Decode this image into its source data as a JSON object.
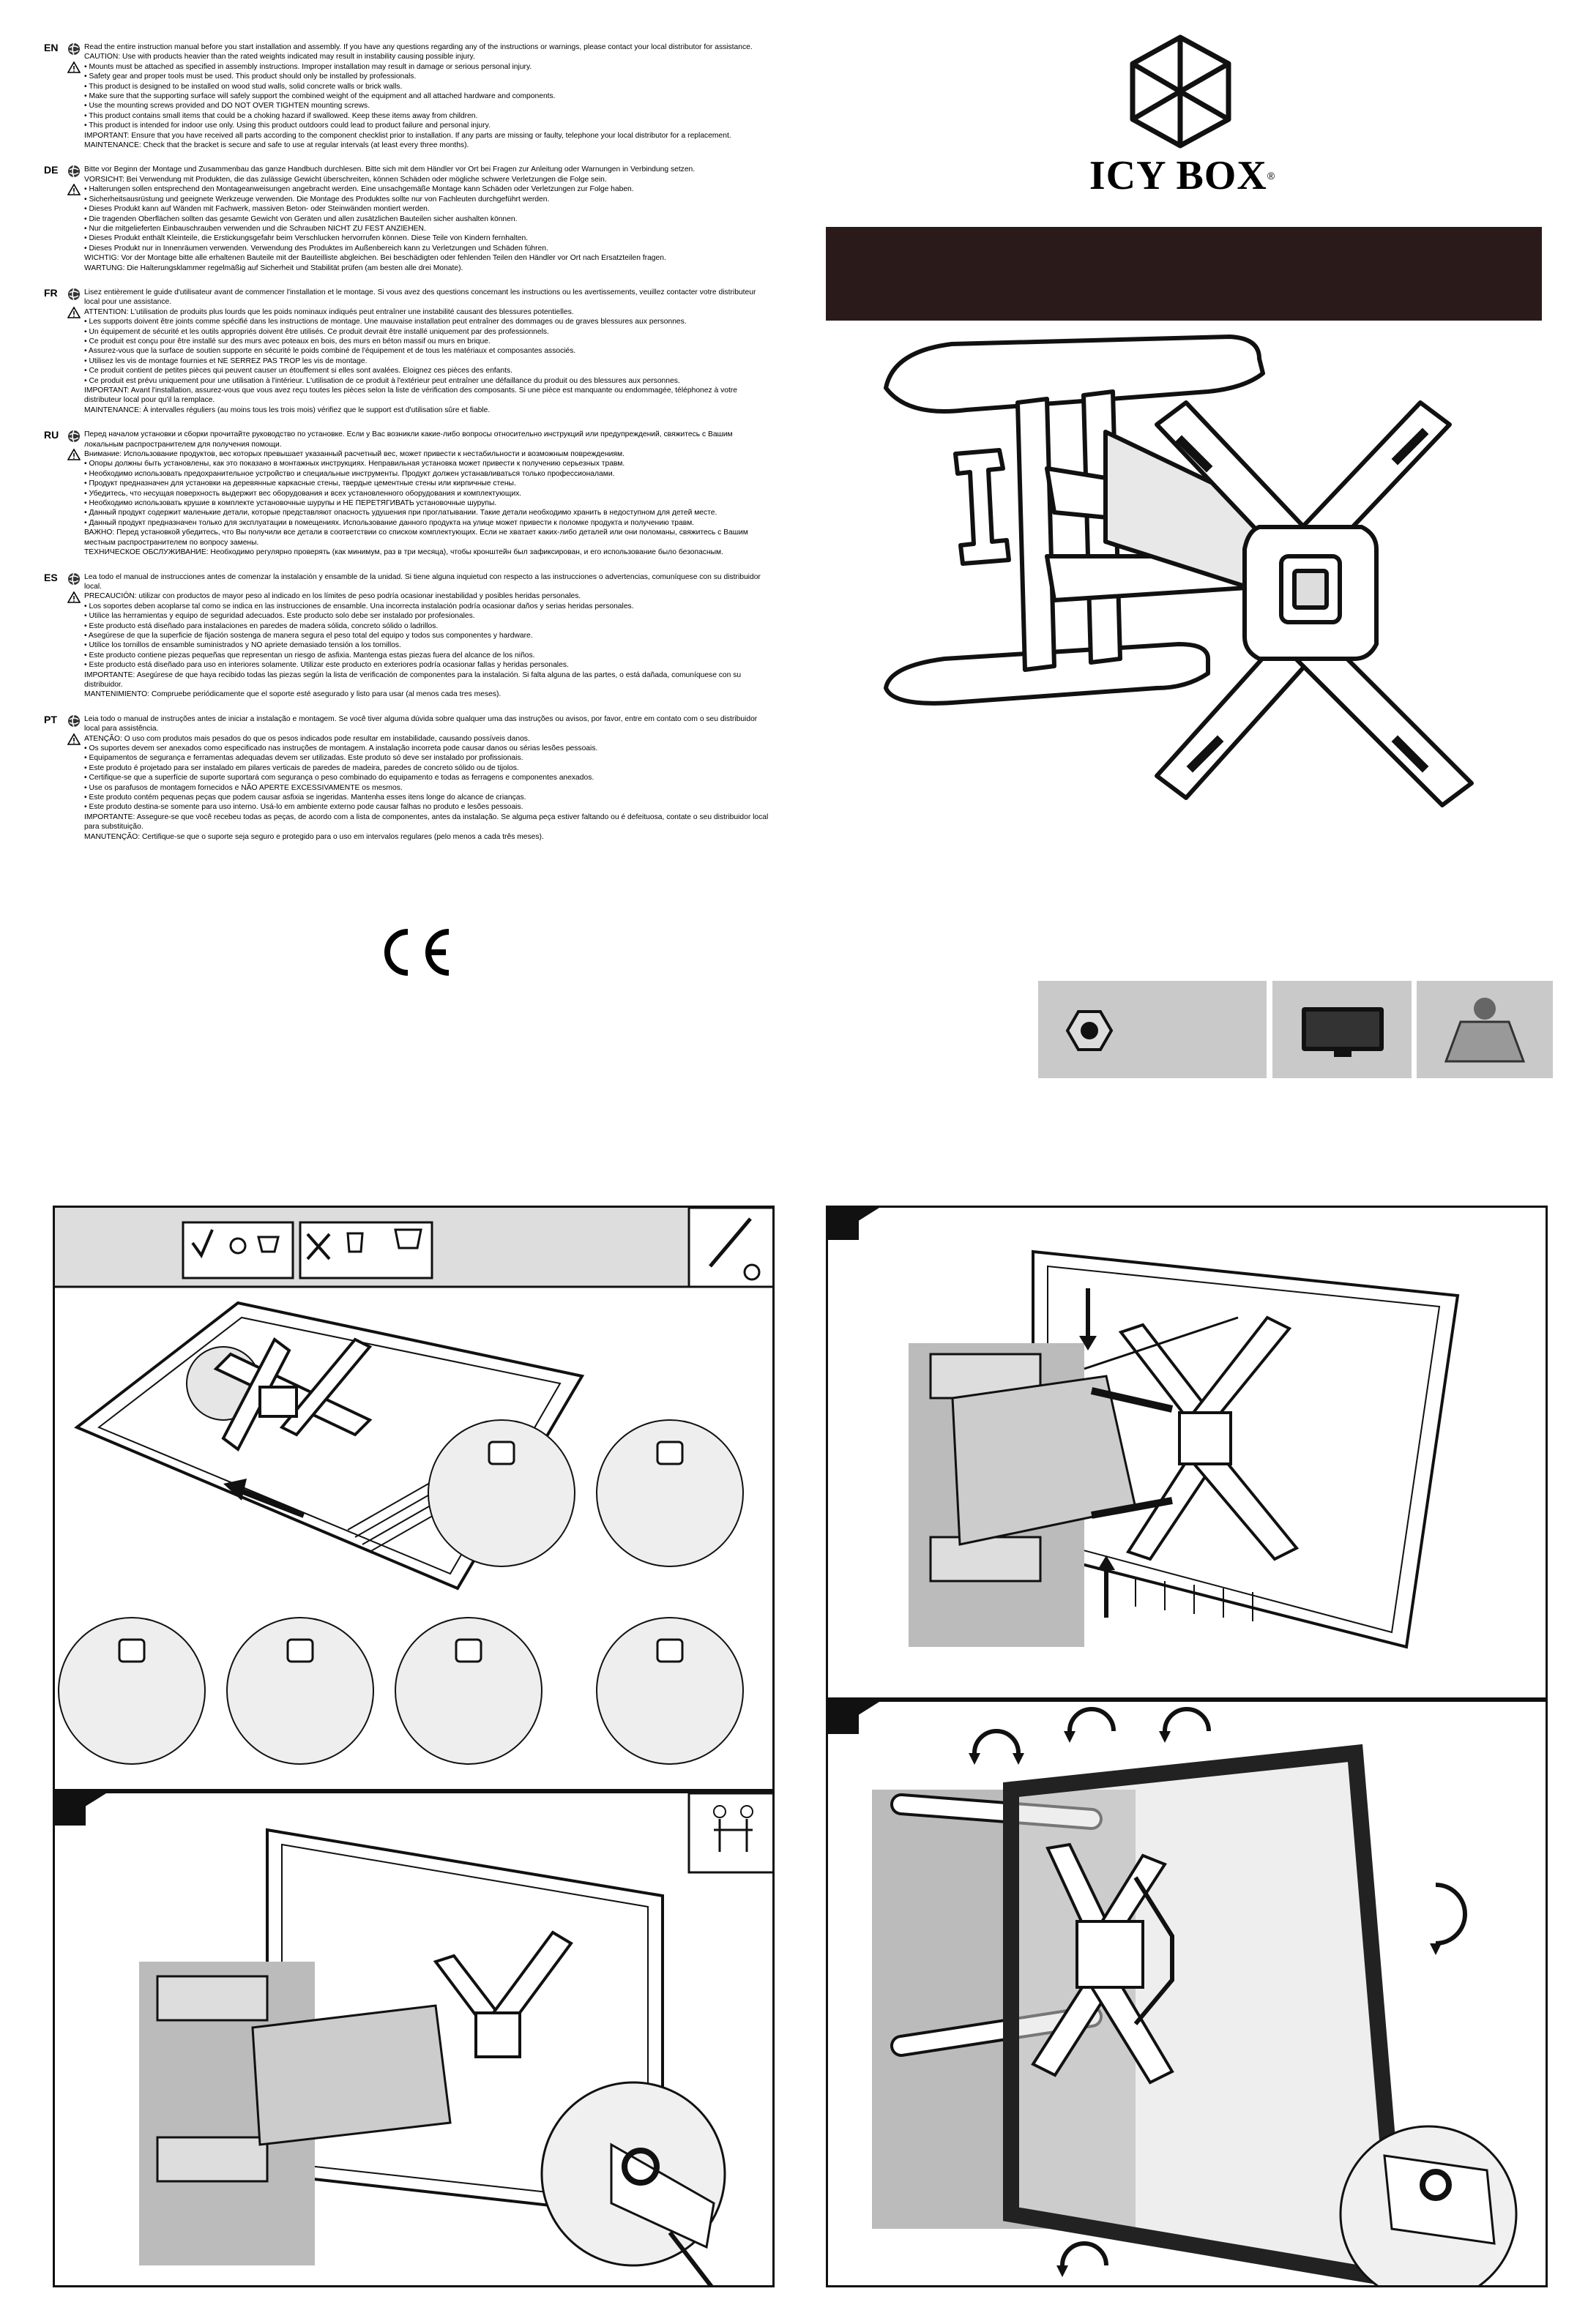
{
  "brand": {
    "name": "ICY BOX",
    "trademark": "®"
  },
  "sections": [
    {
      "code": "EN",
      "paragraphs": [
        "Read the entire instruction manual before you start installation and assembly. If you have any questions regarding any of the instructions or warnings, please contact your local distributor for assistance.",
        "CAUTION: Use with products heavier than the rated weights indicated may result in instability causing possible injury.",
        "• Mounts must be attached as specified in assembly instructions. Improper installation may result in damage or serious personal injury.",
        "• Safety gear and proper tools must be used. This product should only be installed by professionals.",
        "• This product is designed to be installed on wood stud walls, solid concrete walls or brick walls.",
        "• Make sure that the supporting surface will safely support the combined weight of the equipment and all attached hardware and components.",
        "• Use the mounting screws provided and DO NOT OVER TIGHTEN mounting screws.",
        "• This product contains small items that could be a choking hazard if swallowed. Keep these items away from children.",
        "• This product is intended for indoor use only. Using this product outdoors could lead to product failure and personal injury.",
        "IMPORTANT: Ensure that you have received all parts according to the component checklist prior to installation. If any parts are missing or faulty, telephone your local distributor for a replacement.",
        "MAINTENANCE: Check that the bracket is secure and safe to use at regular intervals (at least every three months)."
      ]
    },
    {
      "code": "DE",
      "paragraphs": [
        "Bitte vor Beginn der Montage und Zusammenbau das ganze Handbuch durchlesen. Bitte sich mit dem Händler vor Ort bei Fragen zur Anleitung oder Warnungen in Verbindung setzen.",
        "VORSICHT: Bei Verwendung mit Produkten, die das zulässige Gewicht überschreiten, können Schäden oder mögliche schwere Verletzungen die Folge sein.",
        "• Halterungen sollen entsprechend den Montageanweisungen angebracht werden. Eine unsachgemäße Montage kann Schäden oder Verletzungen zur Folge haben.",
        "• Sicherheitsausrüstung und geeignete Werkzeuge verwenden. Die Montage des Produktes sollte nur von Fachleuten durchgeführt werden.",
        "• Dieses Produkt kann auf Wänden mit Fachwerk, massiven Beton- oder Steinwänden montiert werden.",
        "• Die tragenden Oberflächen sollten das gesamte Gewicht von Geräten und allen zusätzlichen Bauteilen sicher aushalten können.",
        "• Nur die mitgelieferten Einbauschrauben verwenden und die Schrauben NICHT ZU FEST ANZIEHEN.",
        "• Dieses Produkt enthält Kleinteile, die Erstickungsgefahr beim Verschlucken hervorrufen können. Diese Teile von Kindern fernhalten.",
        "• Dieses Produkt nur in Innenräumen verwenden. Verwendung des Produktes im Außenbereich kann zu Verletzungen und Schäden führen.",
        "WICHTIG: Vor der Montage bitte alle erhaltenen Bauteile mit der Bauteilliste abgleichen. Bei beschädigten oder fehlenden Teilen den Händler vor Ort nach Ersatzteilen fragen.",
        "WARTUNG: Die Halterungsklammer regelmäßig auf Sicherheit und Stabilität prüfen (am besten alle drei Monate)."
      ]
    },
    {
      "code": "FR",
      "paragraphs": [
        "Lisez entièrement le guide d'utilisateur avant de commencer l'installation et le montage. Si vous avez des questions concernant les instructions ou les avertissements, veuillez contacter votre distributeur local pour une assistance.",
        "ATTENTION: L'utilisation de produits plus lourds que les poids nominaux indiqués peut entraîner une instabilité causant des blessures potentielles.",
        "• Les supports doivent être joints comme spécifié dans les instructions de montage. Une mauvaise installation peut entraîner des dommages ou de graves blessures aux personnes.",
        "• Un équipement de sécurité et les outils appropriés doivent être utilisés. Ce produit devrait être installé uniquement par des professionnels.",
        "• Ce produit est conçu pour être installé sur des murs avec poteaux en bois, des murs en béton massif ou murs en brique.",
        "• Assurez-vous que la surface de soutien supporte en sécurité le poids combiné de l'équipement et de tous les matériaux et composantes associés.",
        "• Utilisez les vis de montage fournies et NE SERREZ PAS TROP les vis de montage.",
        "• Ce produit contient de petites pièces qui peuvent causer un étouffement si elles sont avalées. Eloignez ces pièces des enfants.",
        "• Ce produit est prévu uniquement pour une utilisation à l'intérieur. L'utilisation de ce produit à l'extérieur peut entraîner une défaillance du produit ou des blessures aux personnes.",
        "IMPORTANT: Avant l'installation, assurez-vous que vous avez reçu toutes les pièces selon la liste de vérification des composants. Si une pièce est manquante ou endommagée, téléphonez à votre distributeur local pour qu'il la remplace.",
        "MAINTENANCE: À intervalles réguliers (au moins tous les trois mois) vérifiez que le support est d'utilisation sûre et fiable."
      ]
    },
    {
      "code": "RU",
      "paragraphs": [
        "Перед началом установки и сборки прочитайте руководство по установке. Если у Вас возникли какие-либо вопросы относительно инструкций или предупреждений, свяжитесь с Вашим локальным распространителем для получения помощи.",
        "Внимание: Использование продуктов, вес которых превышает указанный расчетный вес, может привести к нестабильности и возможным повреждениям.",
        "• Опоры должны быть установлены, как это показано в монтажных инструкциях. Неправильная установка может привести к получению серьезных травм.",
        "• Необходимо использовать предохранительное устройство и специальные инструменты. Продукт должен устанавливаться только профессионалами.",
        "• Продукт предназначен для установки на деревянные каркасные стены, твердые цементные стены или кирпичные стены.",
        "• Убедитесь, что несущая поверхность выдержит вес оборудования и всех установленного оборудования и комплектующих.",
        "• Необходимо использовать крушие в комплекте установочные шурупы и НЕ ПЕРЕТЯГИВАТЬ установочные шурупы.",
        "• Данный продукт содержит маленькие детали, которые представляют опасность удушения при проглатывании. Такие детали необходимо хранить в недоступном для детей месте.",
        "• Данный продукт предназначен только для эксплуатации в помещениях. Использование данного продукта на улице может привести к поломке продукта и получению травм.",
        "ВАЖНО: Перед установкой убедитесь, что Вы получили все детали в соответствии со списком комплектующих. Если не хватает каких-либо деталей или они поломаны, свяжитесь с Вашим местным распространителем по вопросу замены.",
        "ТЕХНИЧЕСКОЕ ОБСЛУЖИВАНИЕ: Необходимо регулярно проверять (как минимум, раз в три месяца), чтобы кронштейн был зафиксирован, и его использование было безопасным."
      ]
    },
    {
      "code": "ES",
      "paragraphs": [
        "Lea todo el manual de instrucciones antes de comenzar la instalación y ensamble de la unidad. Si tiene alguna inquietud con respecto a las instrucciones o advertencias, comuníquese con su distribuidor local.",
        "PRECAUCIÓN: utilizar con productos de mayor peso al indicado en los límites de peso podría ocasionar inestabilidad y posibles heridas personales.",
        "• Los soportes deben acoplarse tal como se indica en las instrucciones de ensamble. Una incorrecta instalación podría ocasionar daños y serias heridas personales.",
        "• Utilice las herramientas y equipo de seguridad adecuados. Este producto solo debe ser instalado por profesionales.",
        "• Este producto está diseñado para instalaciones en paredes de madera sólida, concreto sólido o ladrillos.",
        "• Asegúrese de que la superficie de fijación sostenga de manera segura el peso total del equipo y todos sus componentes y hardware.",
        "• Utilice los tornillos de ensamble suministrados y NO apriete demasiado tensión a los tornillos.",
        "• Este producto contiene piezas pequeñas que representan un riesgo de asfixia. Mantenga estas piezas fuera del alcance de los niños.",
        "• Este producto está diseñado para uso en interiores solamente. Utilizar este producto en exteriores podría ocasionar fallas y heridas personales.",
        "IMPORTANTE: Asegúrese de que haya recibido todas las piezas según la lista de verificación de componentes para la instalación. Si falta alguna de las partes, o está dañada, comuníquese con su distribuidor.",
        "MANTENIMIENTO: Compruebe periódicamente que el soporte esté asegurado y listo para usar (al menos cada tres meses)."
      ]
    },
    {
      "code": "PT",
      "paragraphs": [
        "Leia todo o manual de instruções antes de iniciar a instalação e montagem. Se você tiver alguma dúvida sobre qualquer uma das instruções ou avisos, por favor, entre em contato com o seu distribuidor local para assistência.",
        "ATENÇÃO: O uso com produtos mais pesados do que os pesos indicados pode resultar em instabilidade, causando possíveis danos.",
        "• Os suportes devem ser anexados como especificado nas instruções de montagem. A instalação incorreta pode causar danos ou sérias lesões pessoais.",
        "• Equipamentos de segurança e ferramentas adequadas devem ser utilizadas. Este produto só deve ser instalado por profissionais.",
        "• Este produto é projetado para ser instalado em pilares verticais de paredes de madeira, paredes de concreto sólido ou de tijolos.",
        "• Certifique-se que a superfície de suporte suportará com segurança o peso combinado do equipamento e todas as ferragens e componentes anexados.",
        "• Use os parafusos de montagem fornecidos e NÃO APERTE EXCESSIVAMENTE os mesmos.",
        "• Este produto contém pequenas peças que podem causar asfixia se ingeridas. Mantenha esses itens longe do alcance de crianças.",
        "• Este produto destina-se somente para uso interno. Usá-lo em ambiente externo pode causar falhas no produto e lesões pessoais.",
        "IMPORTANTE: Assegure-se que você recebeu todas as peças, de acordo com a lista de componentes, antes da instalação. Se alguma peça estiver faltando ou é defeituosa, contate o seu distribuidor local para substituição.",
        "MANUTENÇÃO: Certifique-se que o suporte seja seguro e protegido para o uso em intervalos regulares (pelo menos a cada três meses)."
      ]
    }
  ],
  "ce_mark": "CE"
}
